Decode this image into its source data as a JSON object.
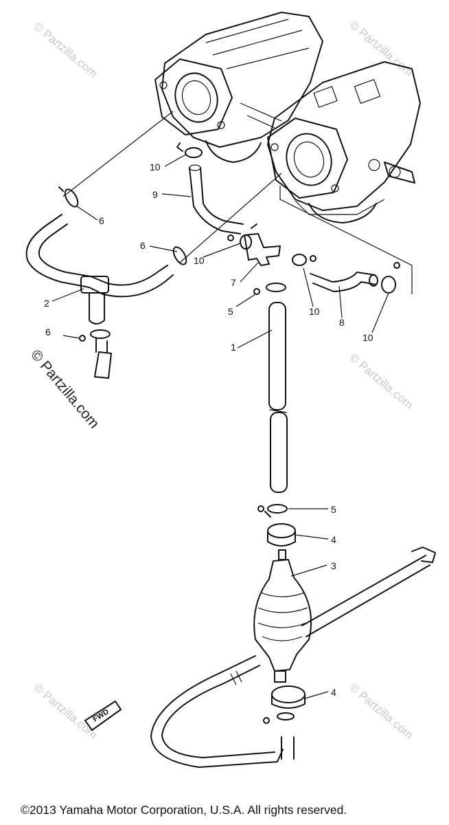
{
  "copyright": "©2013  Yamaha Motor Corporation, U.S.A. All rights reserved.",
  "watermark": "© Partzilla.com",
  "fwd_label": "FWD",
  "callouts": [
    {
      "id": "c10a",
      "label": "10"
    },
    {
      "id": "c9",
      "label": "9"
    },
    {
      "id": "c6a",
      "label": "6"
    },
    {
      "id": "c6b",
      "label": "6"
    },
    {
      "id": "c10b",
      "label": "10"
    },
    {
      "id": "c7",
      "label": "7"
    },
    {
      "id": "c2",
      "label": "2"
    },
    {
      "id": "c5a",
      "label": "5"
    },
    {
      "id": "c10c",
      "label": "10"
    },
    {
      "id": "c8",
      "label": "8"
    },
    {
      "id": "c6c",
      "label": "6"
    },
    {
      "id": "c10d",
      "label": "10"
    },
    {
      "id": "c1",
      "label": "1"
    },
    {
      "id": "c5b",
      "label": "5"
    },
    {
      "id": "c4a",
      "label": "4"
    },
    {
      "id": "c3",
      "label": "3"
    },
    {
      "id": "c4b",
      "label": "4"
    }
  ]
}
